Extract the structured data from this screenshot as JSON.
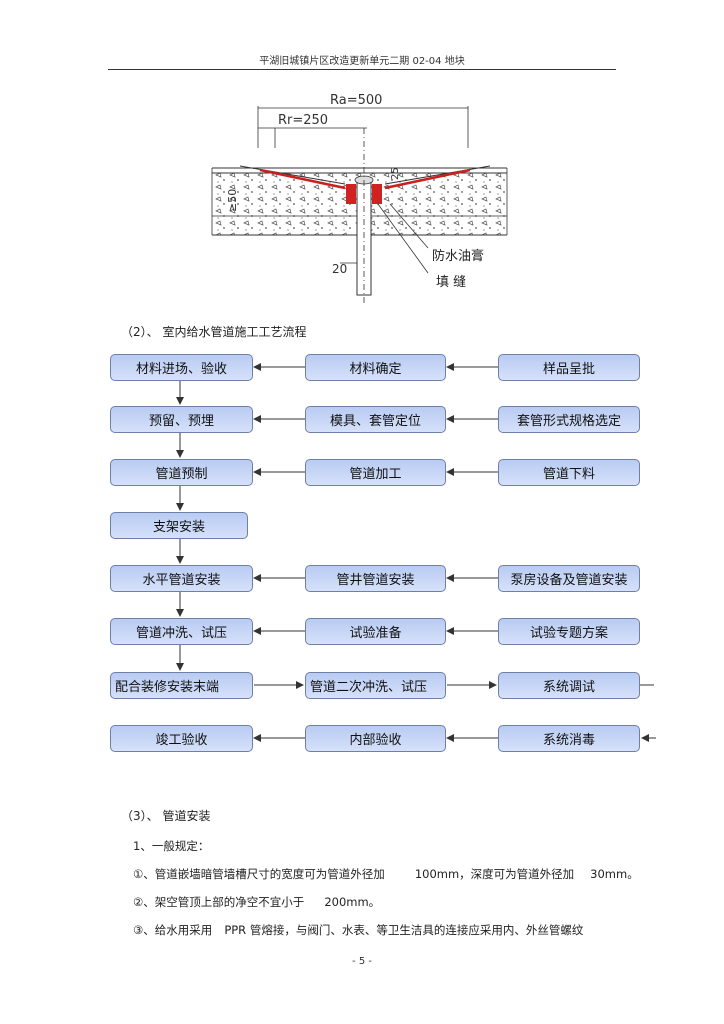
{
  "header": {
    "title": "平湖旧城镇片区改造更新单元二期  02-04 地块"
  },
  "drawing": {
    "dim_ra": "Ra=500",
    "dim_rr": "Rr=250",
    "dim_50": "≥50",
    "dim_25": "25",
    "dim_20": "20",
    "label_oil": "防水油膏",
    "label_fill": "填  缝"
  },
  "section2": {
    "title": "（2）、 室内给水管道施工工艺流程"
  },
  "flow": {
    "r1": [
      "材料进场、验收",
      "材料确定",
      "样品呈批"
    ],
    "r2": [
      "预留、预埋",
      "模具、套管定位",
      "套管形式规格选定"
    ],
    "r3": [
      "管道预制",
      "管道加工",
      "管道下料"
    ],
    "r4": [
      "支架安装"
    ],
    "r5": [
      "水平管道安装",
      "管井管道安装",
      "泵房设备及管道安装"
    ],
    "r6": [
      "管道冲洗、试压",
      "试验准备",
      "试验专题方案"
    ],
    "r7": [
      "配合装修安装末端",
      "管道二次冲洗、试压",
      "系统调试"
    ],
    "r8": [
      "竣工验收",
      "内部验收",
      "系统消毒"
    ]
  },
  "section3": {
    "title": "（3）、 管道安装",
    "sub": "1、一般规定：",
    "p1a": "①、管道嵌墙暗管墙槽尺寸的宽度可为管道外径加",
    "p1b": "100mm，深度可为管道外径加",
    "p1c": "30mm。",
    "p2a": "②、架空管顶上部的净空不宜小于",
    "p2b": "200mm。",
    "p3a": "③、给水用采用",
    "p3b": "PPR 管熔接，与阀门、水表、等卫生洁具的连接应采用内、外丝管螺纹"
  },
  "footer": {
    "page": "- 5 -"
  }
}
